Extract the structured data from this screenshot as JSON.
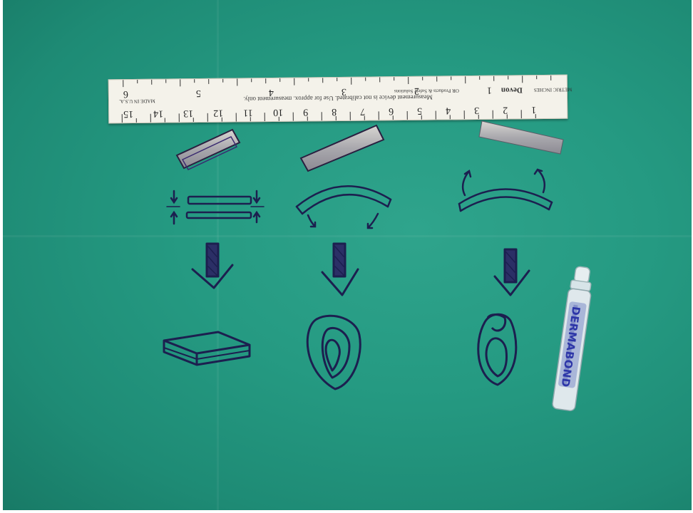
{
  "colors": {
    "drape": "#229684",
    "ink": "#1c1f4f",
    "ruler": "#f4f2ea",
    "vial_label": "#2d36a8"
  },
  "ruler": {
    "inch_marks": [
      "6",
      "5",
      "4",
      "3",
      "2",
      "1"
    ],
    "cm_marks": [
      "15",
      "14",
      "13",
      "12",
      "11",
      "10",
      "9",
      "8",
      "7",
      "6",
      "5",
      "4",
      "3",
      "2",
      "1"
    ],
    "disclaimer": "Measurement device is not calibrated. Use for approx. measurement only.",
    "made_in": "MADE IN U.S.A.",
    "brand": "OR Products & Safety Solutions",
    "brand_logo": "Devon",
    "units_text": "METRIC INCHES"
  },
  "vial": {
    "label": "DERMABOND"
  }
}
